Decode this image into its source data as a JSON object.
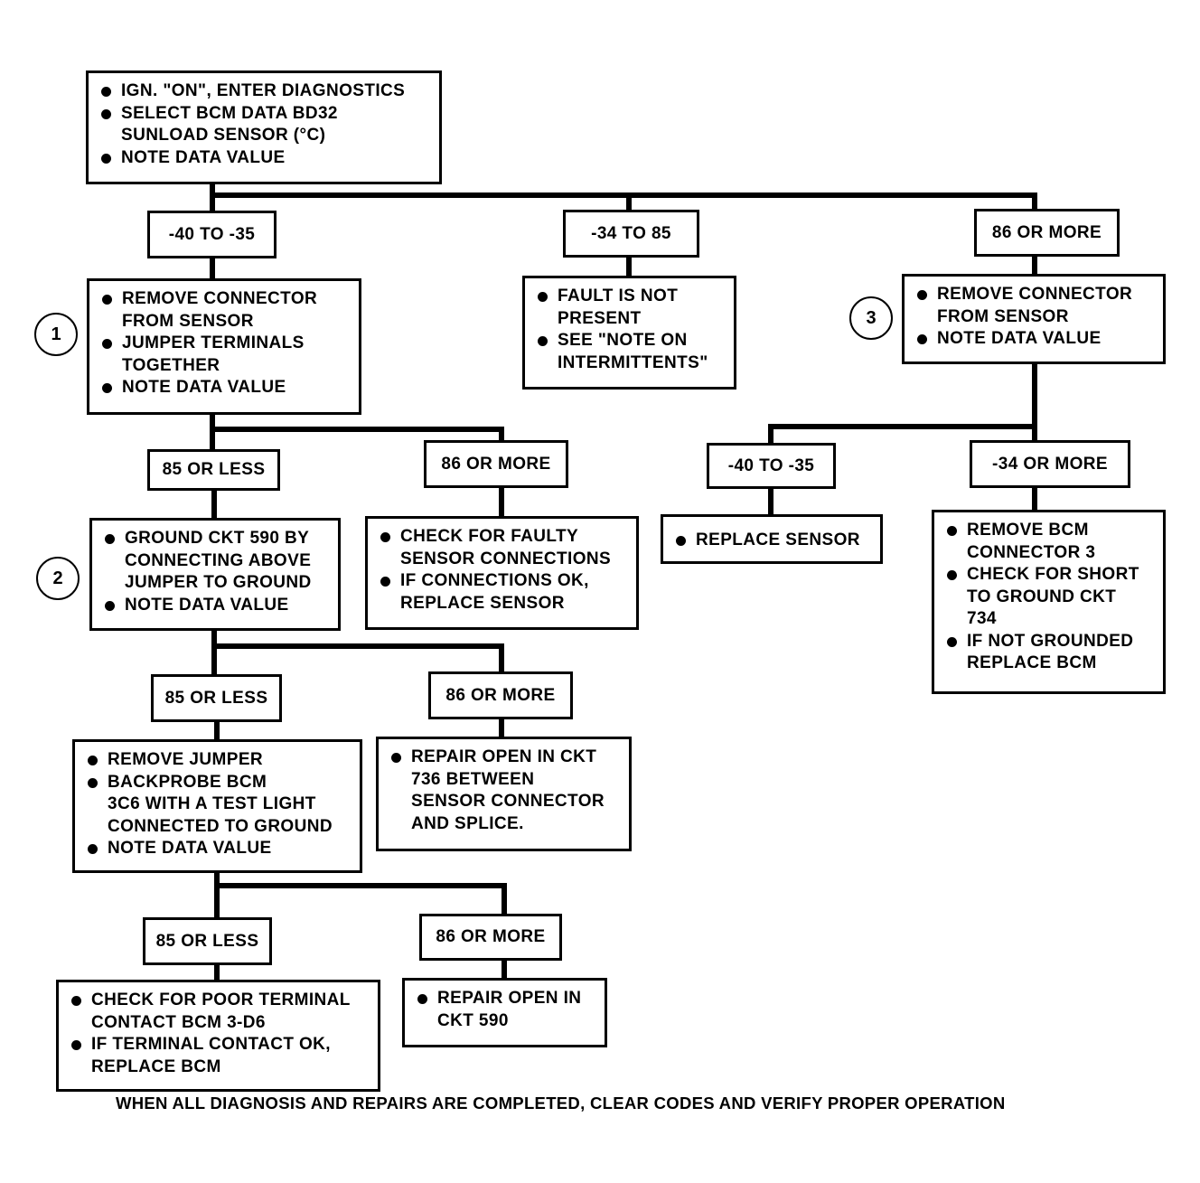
{
  "start": {
    "items": [
      "IGN. \"ON\", ENTER DIAGNOSTICS",
      "SELECT BCM DATA BD32",
      "SUNLOAD SENSOR (°C)",
      "NOTE DATA VALUE"
    ]
  },
  "ranges": {
    "r1": "-40 TO -35",
    "r2": "-34 TO 85",
    "r3": "86 OR MORE",
    "r4": "85 OR LESS",
    "r5": "86 OR MORE",
    "r6": "-40 TO -35",
    "r7": "-34 OR MORE",
    "r8": "85 OR LESS",
    "r9": "86 OR MORE",
    "r10": "85 OR LESS",
    "r11": "86 OR MORE"
  },
  "steps": {
    "step1": {
      "items": [
        "REMOVE CONNECTOR",
        "FROM SENSOR",
        "JUMPER TERMINALS",
        "TOGETHER",
        "NOTE DATA VALUE"
      ]
    },
    "fault": {
      "items": [
        "FAULT IS NOT",
        "PRESENT",
        "SEE \"NOTE ON",
        "INTERMITTENTS\""
      ]
    },
    "step3": {
      "items": [
        "REMOVE CONNECTOR",
        "FROM SENSOR",
        "NOTE DATA VALUE"
      ]
    },
    "step2": {
      "items": [
        "GROUND CKT 590 BY",
        "CONNECTING ABOVE",
        "JUMPER TO GROUND",
        "NOTE  DATA VALUE"
      ]
    },
    "faulty": {
      "items": [
        "CHECK FOR FAULTY",
        "SENSOR CONNECTIONS",
        "IF CONNECTIONS OK,",
        "REPLACE SENSOR"
      ]
    },
    "replace_sensor": {
      "items": [
        "REPLACE SENSOR"
      ]
    },
    "remove_bcm": {
      "items": [
        "REMOVE BCM",
        "CONNECTOR 3",
        "CHECK FOR SHORT",
        "TO GROUND CKT",
        "734",
        "IF NOT GROUNDED",
        "REPLACE BCM"
      ]
    },
    "backprobe": {
      "items": [
        "REMOVE JUMPER",
        "BACKPROBE BCM",
        "3C6 WITH A TEST LIGHT",
        "CONNECTED TO GROUND",
        "NOTE DATA VALUE"
      ]
    },
    "repair736": {
      "items": [
        "REPAIR OPEN IN CKT",
        "736 BETWEEN",
        "SENSOR CONNECTOR",
        "AND SPLICE."
      ]
    },
    "poor_contact": {
      "items": [
        "CHECK FOR POOR TERMINAL",
        "CONTACT BCM 3-D6",
        "IF TERMINAL CONTACT OK,",
        "REPLACE BCM"
      ]
    },
    "repair590": {
      "items": [
        "REPAIR OPEN IN",
        "CKT 590"
      ]
    }
  },
  "callouts": {
    "c1": "1",
    "c2": "2",
    "c3": "3"
  },
  "footer": "WHEN ALL DIAGNOSIS AND REPAIRS ARE COMPLETED, CLEAR CODES AND VERIFY PROPER OPERATION"
}
